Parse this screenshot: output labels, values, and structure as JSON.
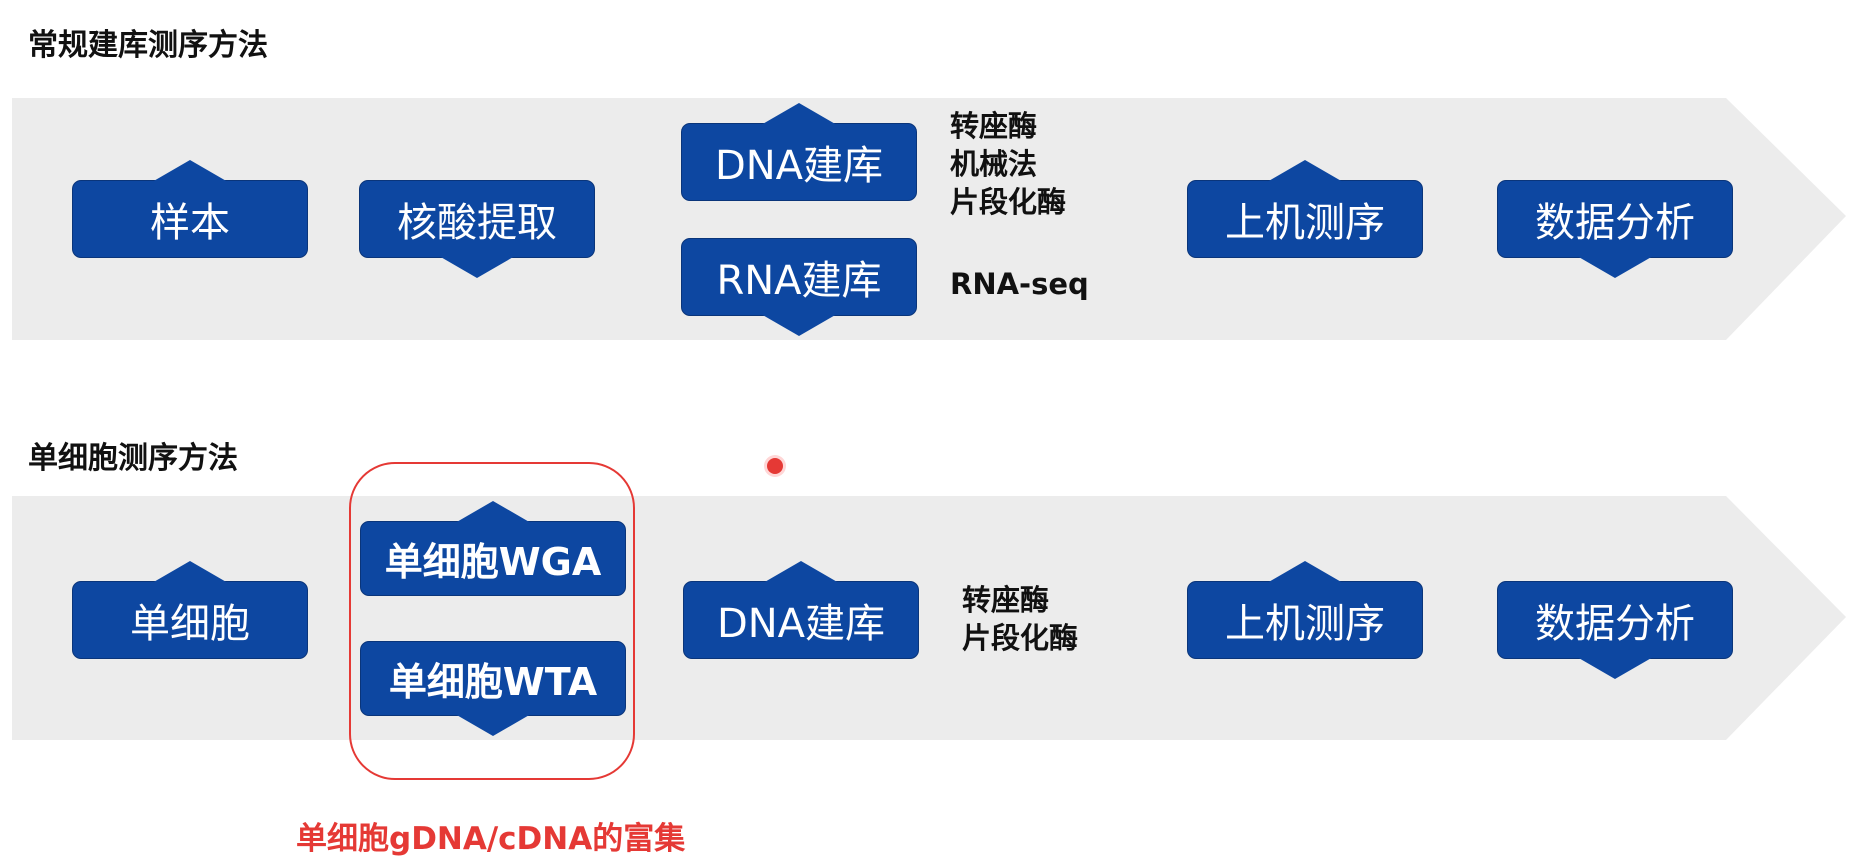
{
  "sections": [
    {
      "title": "常规建库测序方法",
      "nodes": [
        "样本",
        "核酸提取",
        "DNA建库",
        "RNA建库",
        "上机测序",
        "数据分析"
      ],
      "annotations": {
        "dna_methods": [
          "转座酶",
          "机械法",
          "片段化酶"
        ],
        "rna_method": "RNA-seq"
      }
    },
    {
      "title": "单细胞测序方法",
      "nodes": [
        "单细胞",
        "单细胞WGA",
        "单细胞WTA",
        "DNA建库",
        "上机测序",
        "数据分析"
      ],
      "annotations": {
        "dna_methods": [
          "转座酶",
          "片段化酶"
        ]
      },
      "highlight_caption": "单细胞gDNA/cDNA的富集"
    }
  ],
  "colors": {
    "node_fill": "#0d47a1",
    "band_fill": "#ececec",
    "highlight": "#e53935"
  }
}
